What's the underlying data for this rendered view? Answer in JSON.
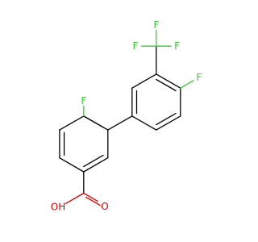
{
  "molecule": {
    "atoms": {
      "f_ring": "F",
      "f_cf3_top": "F",
      "f_cf3_left": "F",
      "f_cf3_right": "F",
      "f_right": "F",
      "o_hydroxyl": "OH",
      "o_carbonyl": "O"
    },
    "colors": {
      "bond": "#000000",
      "fluorine": "#33cc33",
      "oxygen": "#e00000"
    }
  }
}
